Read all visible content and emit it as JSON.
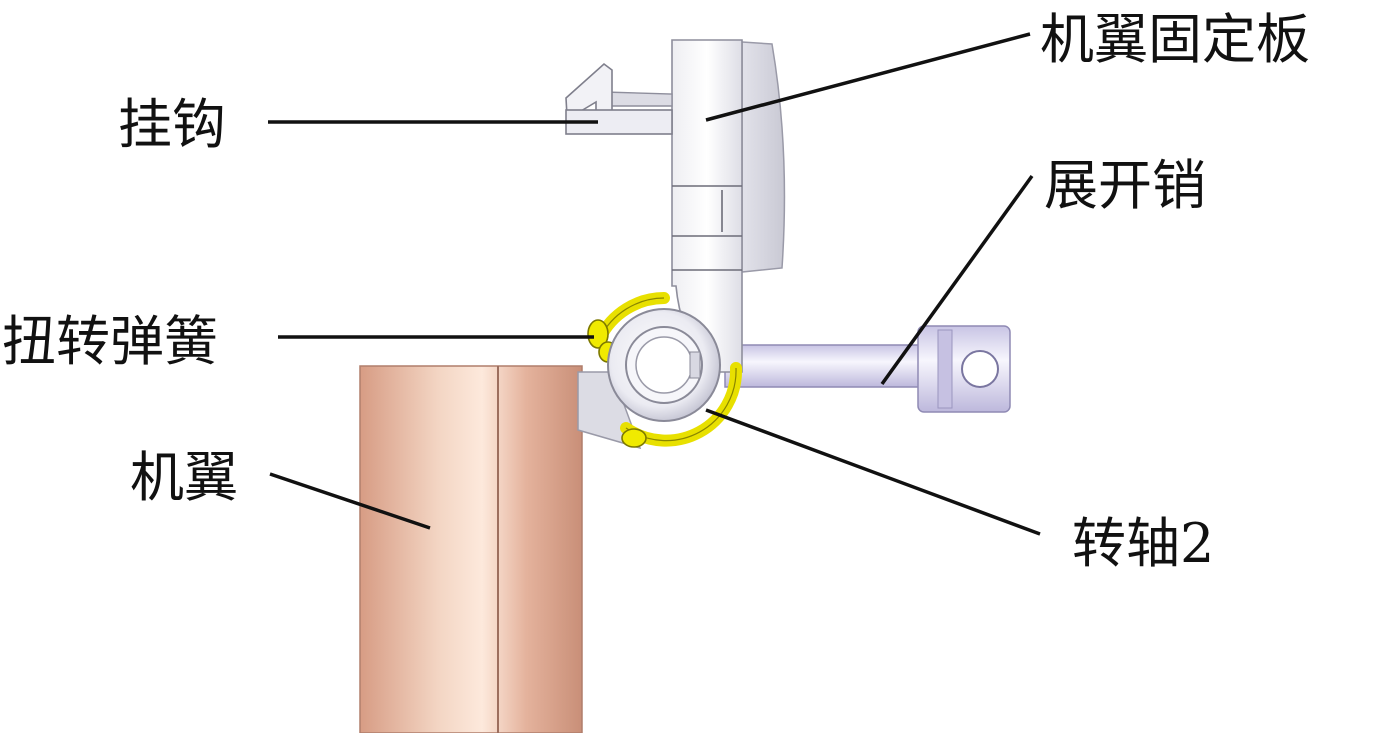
{
  "labels": {
    "wing_mount_plate": "机翼固定板",
    "hook": "挂钩",
    "deploy_pin": "展开销",
    "torsion_spring": "扭转弹簧",
    "wing": "机翼",
    "pivot_shaft": "转轴2"
  },
  "colors": {
    "wing_copper": "#d9a48e",
    "plate_light_grey": "#f4f4f6",
    "pin_lavender": "#dcd8f0",
    "spring_yellow": "#e8e000",
    "line_black": "#111111"
  }
}
